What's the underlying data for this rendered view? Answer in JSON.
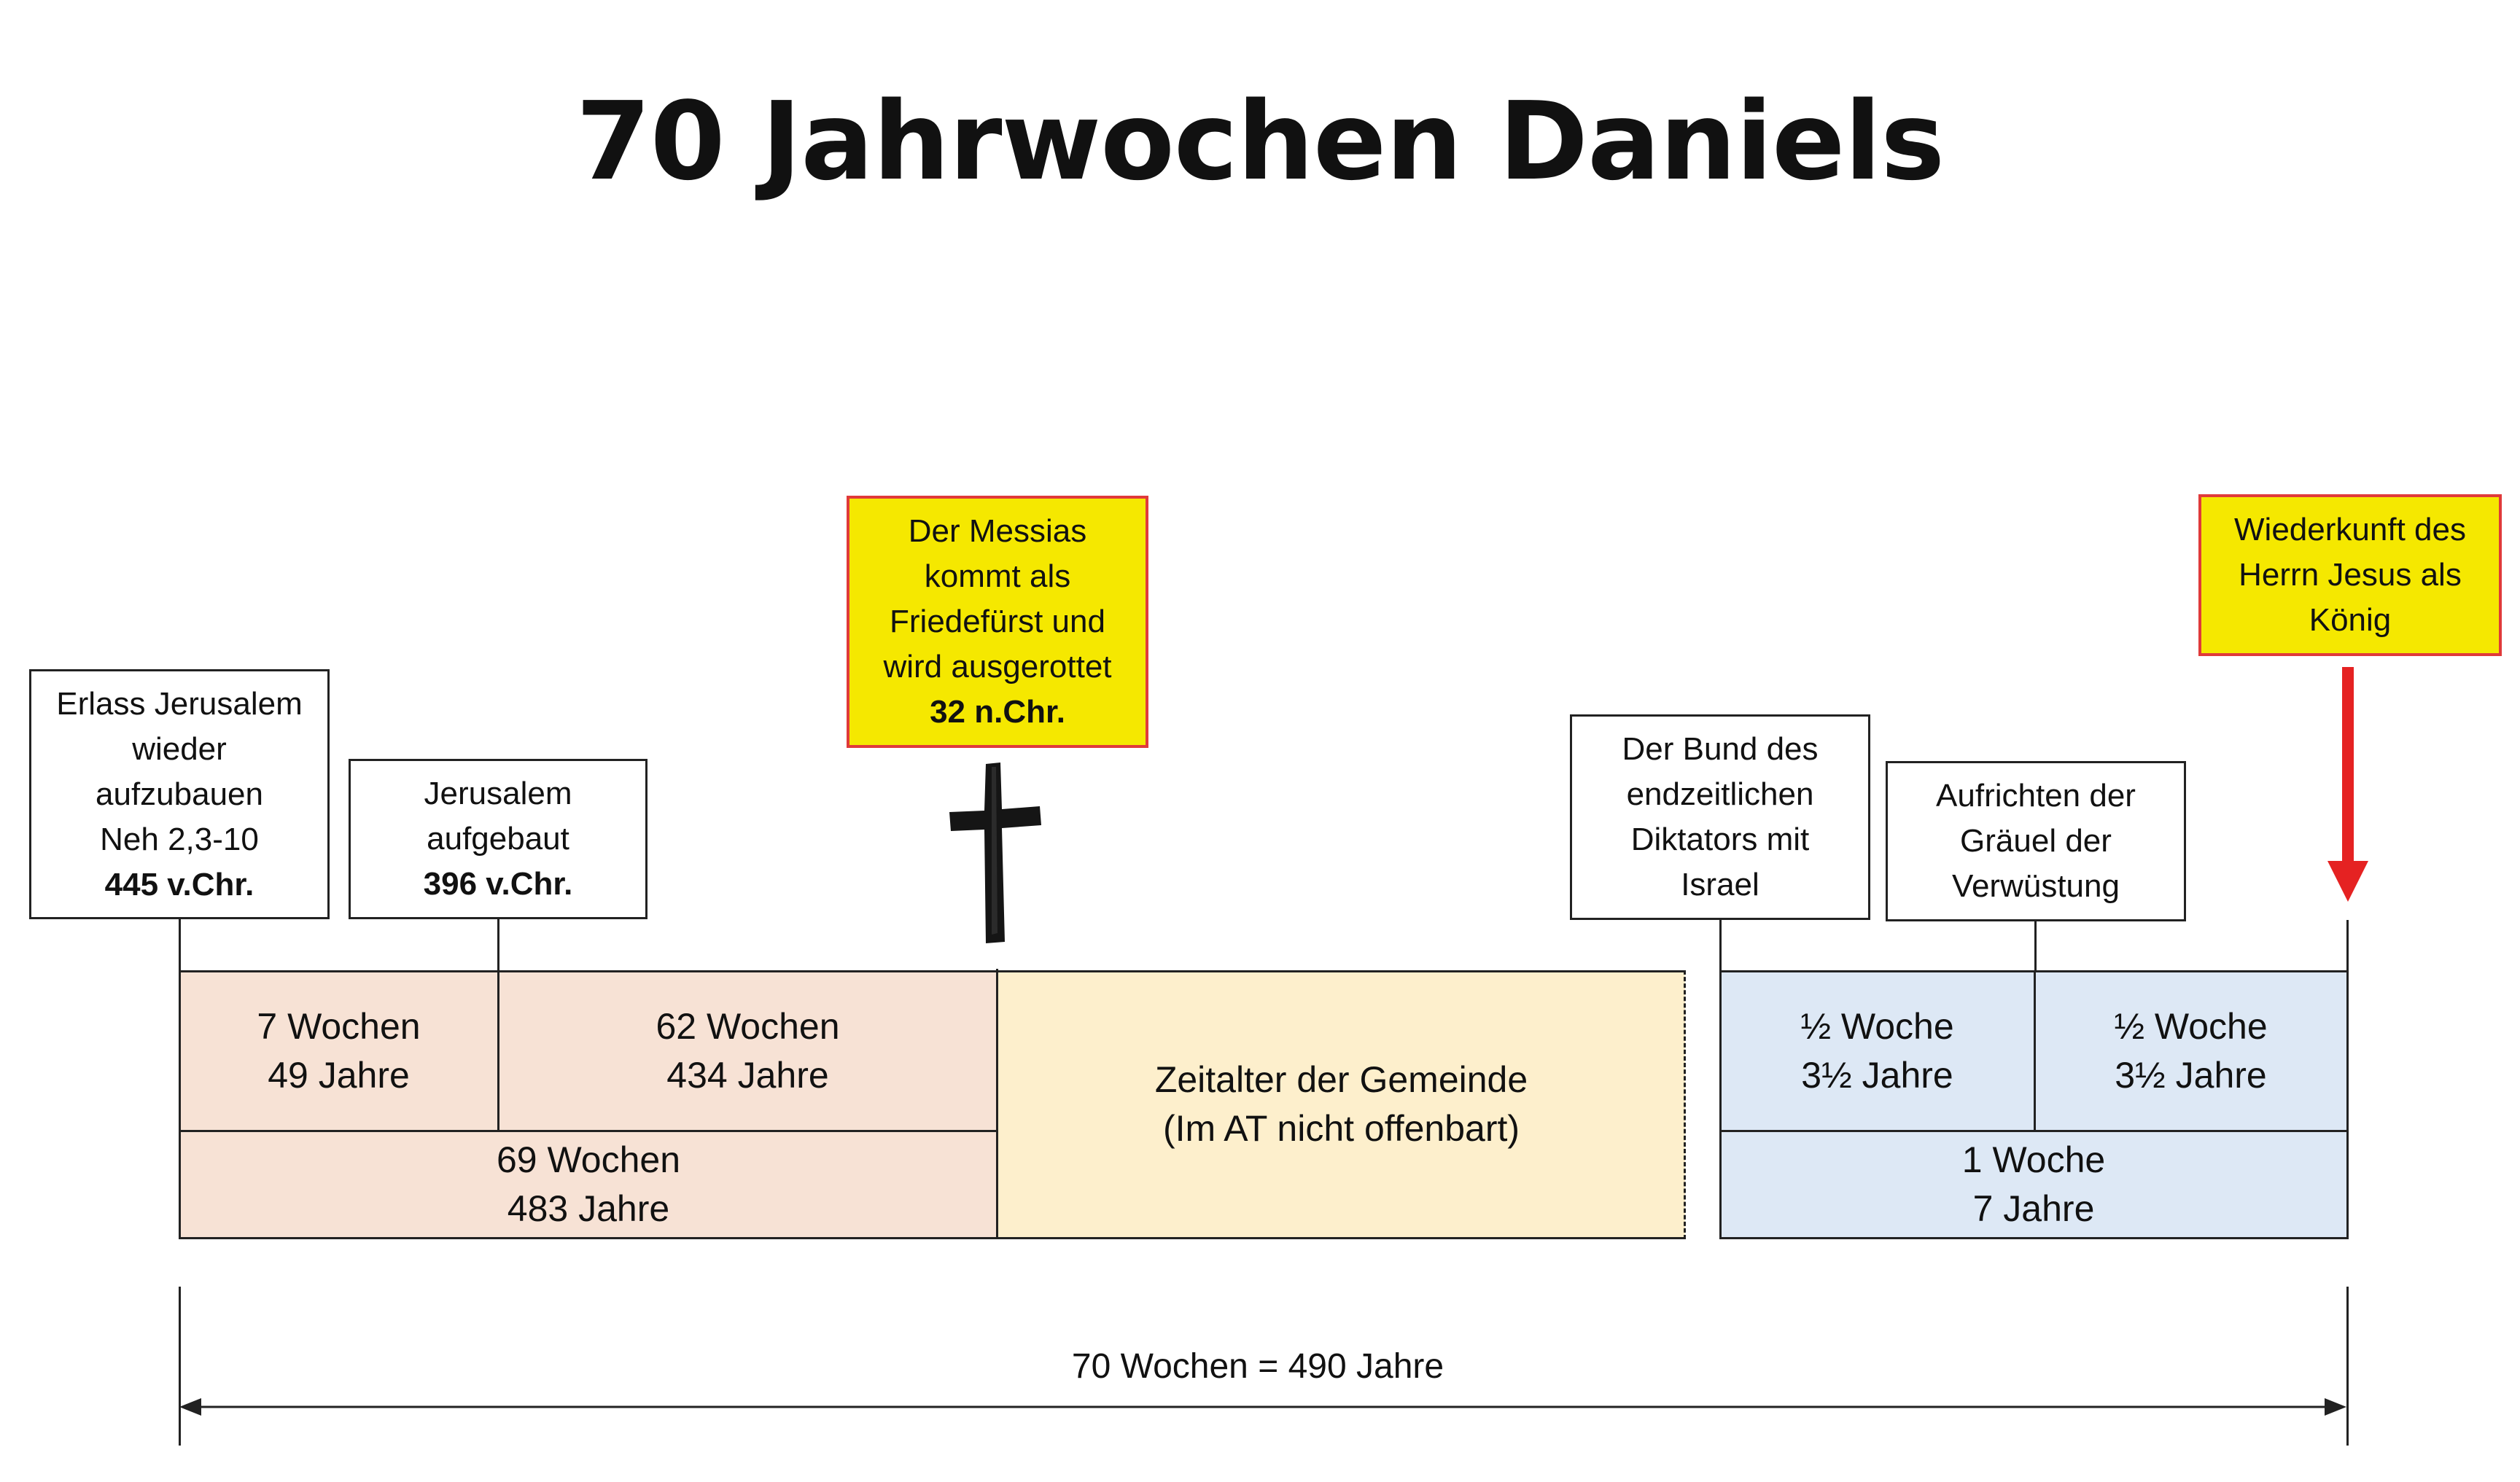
{
  "title": "70 Jahrwochen Daniels",
  "events": {
    "erlass": {
      "lines": [
        "Erlass Jerusalem",
        "wieder",
        "aufzubauen",
        "Neh 2,3-10"
      ],
      "date": "445 v.Chr."
    },
    "aufgebaut": {
      "lines": [
        "Jerusalem",
        "aufgebaut"
      ],
      "date": "396 v.Chr."
    },
    "messias": {
      "lines": [
        "Der Messias",
        "kommt als",
        "Friedefürst und",
        "wird ausgerottet"
      ],
      "date": "32 n.Chr."
    },
    "bund": {
      "lines": [
        "Der Bund des",
        "endzeitlichen",
        "Diktators mit",
        "Israel"
      ]
    },
    "graeuel": {
      "lines": [
        "Aufrichten der",
        "Gräuel der",
        "Verwüstung"
      ]
    },
    "wiederkunft": {
      "lines": [
        "Wiederkunft des",
        "Herrn Jesus als",
        "König"
      ]
    }
  },
  "segments": {
    "w7": {
      "weeks": "7 Wochen",
      "years": "49 Jahre"
    },
    "w62": {
      "weeks": "62 Wochen",
      "years": "434 Jahre"
    },
    "w69": {
      "weeks": "69 Wochen",
      "years": "483 Jahre"
    },
    "gemeinde": {
      "line1": "Zeitalter der Gemeinde",
      "line2": "(Im AT nicht offenbart)"
    },
    "half1": {
      "weeks": "½ Woche",
      "years": "3½ Jahre"
    },
    "half2": {
      "weeks": "½ Woche",
      "years": "3½ Jahre"
    },
    "w1": {
      "weeks": "1 Woche",
      "years": "7 Jahre"
    }
  },
  "total": "70 Wochen = 490 Jahre",
  "icons": {
    "cross": "cross-icon",
    "arrow": "arrow-down-icon"
  },
  "colors": {
    "peach": "#f7e2d5",
    "cream": "#fdefcc",
    "blue": "#dde8f5",
    "highlight": "#f5e800",
    "highlight_border": "#e03a3a",
    "arrow": "#e52222"
  }
}
